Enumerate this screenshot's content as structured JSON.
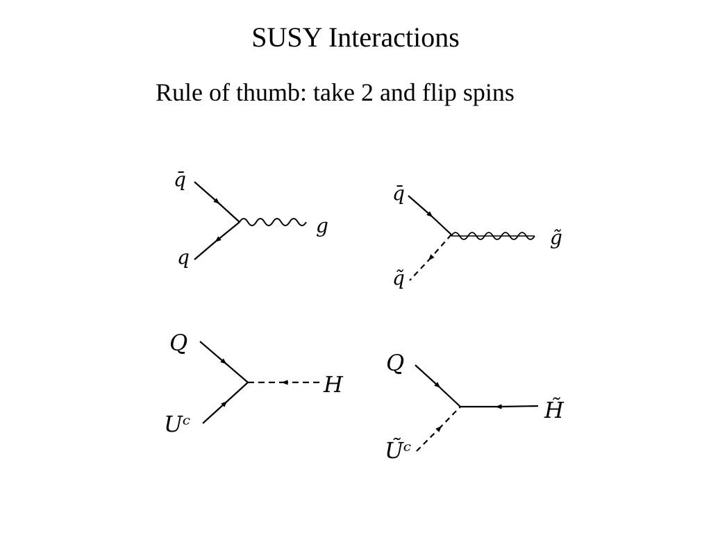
{
  "slide": {
    "title": "SUSY Interactions",
    "subtitle": "Rule of thumb: take 2 and flip spins"
  },
  "diagrams": [
    {
      "id": "qqg",
      "labels": {
        "a": "q̄",
        "b": "q",
        "c": "g"
      }
    },
    {
      "id": "qsquarkgluino",
      "labels": {
        "a": "q̄",
        "b": "q̃",
        "c": "g̃"
      }
    },
    {
      "id": "qUH",
      "labels": {
        "a": "Q",
        "b": "Uᶜ",
        "c": "H"
      }
    },
    {
      "id": "qUhiggsino",
      "labels": {
        "a": "Q",
        "b": "Ũᶜ",
        "c": "H̃"
      }
    }
  ],
  "colors": {
    "background": "#ffffff",
    "ink": "#000000"
  }
}
